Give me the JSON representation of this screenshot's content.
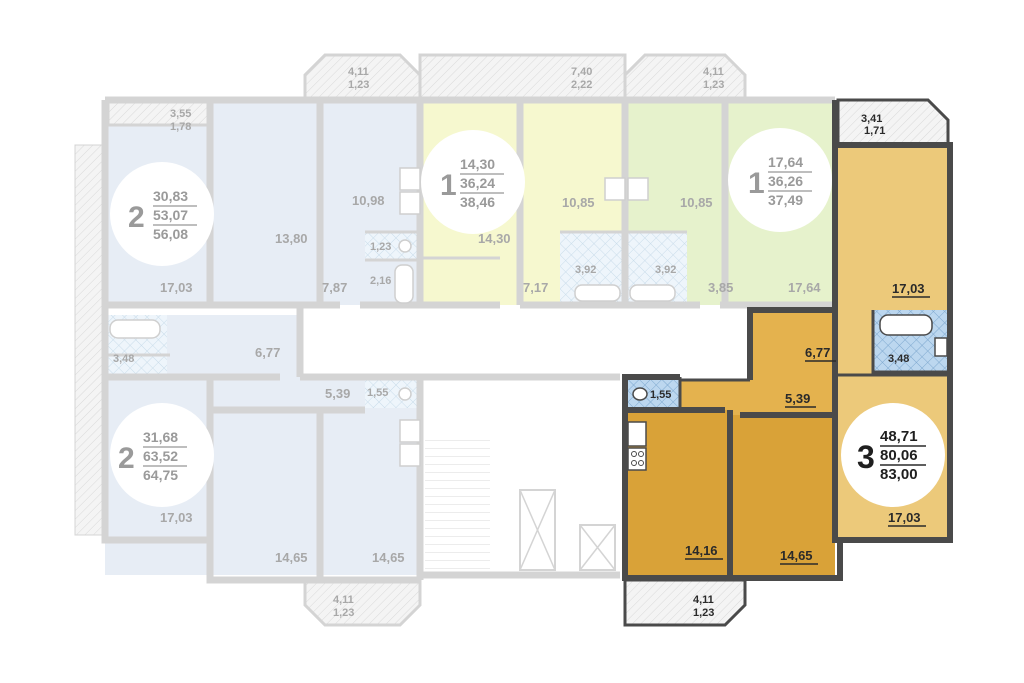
{
  "colors": {
    "faded_blue": "#e7edf5",
    "faded_yellow": "#f6f8cf",
    "faded_green": "#e6f2cc",
    "faded_wall": "#d4d4d4",
    "faded_text": "#a8a8a8",
    "highlight_light": "#ecc97a",
    "highlight_mid": "#e4b24e",
    "highlight_dark": "#d9a238",
    "highlight_wall": "#4a4a4a",
    "wet_blue": "#bcd7ef"
  },
  "apartments": [
    {
      "id": "apt-2-top-left",
      "rooms": "2",
      "areas": [
        "30,83",
        "53,07",
        "56,08"
      ]
    },
    {
      "id": "apt-1-center-left",
      "rooms": "1",
      "areas": [
        "14,30",
        "36,24",
        "38,46"
      ]
    },
    {
      "id": "apt-1-center-right",
      "rooms": "1",
      "areas": [
        "17,64",
        "36,26",
        "37,49"
      ]
    },
    {
      "id": "apt-2-bottom-left",
      "rooms": "2",
      "areas": [
        "31,68",
        "63,52",
        "64,75"
      ]
    },
    {
      "id": "apt-3-highlighted",
      "rooms": "3",
      "areas": [
        "48,71",
        "80,06",
        "83,00"
      ]
    }
  ],
  "faded_rooms": {
    "r13_80": "13,80",
    "r10_98": "10,98",
    "r1_23": "1,23",
    "r2_16": "2,16",
    "r17_03_a": "17,03",
    "r7_87": "7,87",
    "r14_30": "14,30",
    "r10_85_a": "10,85",
    "r3_92_a": "3,92",
    "r7_17": "7,17",
    "r10_85_b": "10,85",
    "r3_92_b": "3,92",
    "r3_85": "3,85",
    "r17_64": "17,64",
    "r3_48": "3,48",
    "r6_77": "6,77",
    "r5_39": "5,39",
    "r1_55": "1,55",
    "r17_03_b": "17,03",
    "r14_65_a": "14,65",
    "r14_65_b": "14,65"
  },
  "faded_balconies": {
    "b1": [
      "3,55",
      "1,78"
    ],
    "b2": [
      "4,11",
      "1,23"
    ],
    "b3": [
      "7,40",
      "2,22"
    ],
    "b4": [
      "4,11",
      "1,23"
    ],
    "b5": [
      "4,11",
      "1,23"
    ]
  },
  "highlighted_rooms": {
    "living_17_03_top": "17,03",
    "hall_6_77": "6,77",
    "bath_3_48": "3,48",
    "wc_1_55": "1,55",
    "corridor_5_39": "5,39",
    "kitchen_14_16": "14,16",
    "bedroom_14_65": "14,65",
    "living_17_03_bottom": "17,03"
  },
  "highlighted_balconies": {
    "top": [
      "3,41",
      "1,71"
    ],
    "bottom": [
      "4,11",
      "1,23"
    ]
  }
}
